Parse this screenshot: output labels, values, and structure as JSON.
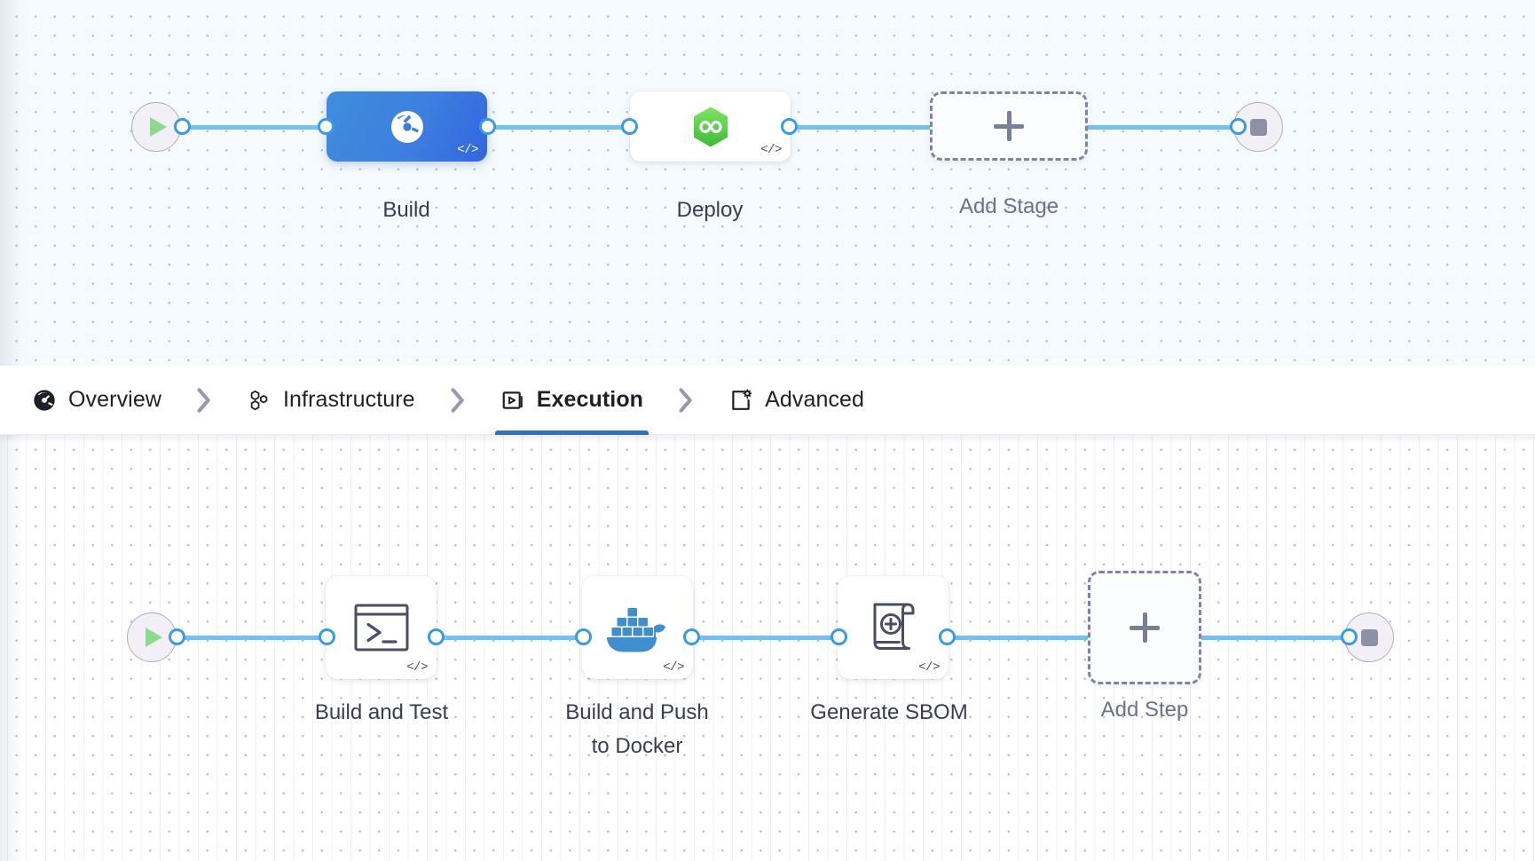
{
  "stages_canvas": {
    "name": "pipeline-stages-canvas",
    "background_color": "#f4fafd",
    "start_node": {
      "icon": "play-icon",
      "label": ""
    },
    "end_node": {
      "icon": "stop-icon",
      "label": ""
    },
    "nodes": [
      {
        "id": "stage-build",
        "label": "Build",
        "icon": "harness-ci-icon",
        "selected": true,
        "badge": "</>",
        "shape": "wide-rounded-rect",
        "accent": "#3a7fdf"
      },
      {
        "id": "stage-deploy",
        "label": "Deploy",
        "icon": "harness-cd-hexagon-icon",
        "selected": false,
        "badge": "</>",
        "shape": "wide-rounded-rect",
        "accent": "#5ec24a"
      }
    ],
    "add_node": {
      "id": "add-stage",
      "label": "Add Stage",
      "icon": "plus-icon"
    }
  },
  "tabs": {
    "name": "stage-config-tabs",
    "items": [
      {
        "id": "overview",
        "label": "Overview",
        "icon": "overview-pie-icon",
        "active": false
      },
      {
        "id": "infrastructure",
        "label": "Infrastructure",
        "icon": "hexagon-cluster-icon",
        "active": false
      },
      {
        "id": "execution",
        "label": "Execution",
        "icon": "execution-play-icon",
        "active": true
      },
      {
        "id": "advanced",
        "label": "Advanced",
        "icon": "advanced-gear-icon",
        "active": false
      }
    ],
    "separator_icon": "chevron-right-icon",
    "active_underline_color": "#2f6fc4"
  },
  "steps_canvas": {
    "name": "pipeline-steps-canvas",
    "background_color": "#ffffff",
    "start_node": {
      "icon": "play-icon",
      "label": ""
    },
    "end_node": {
      "icon": "stop-icon",
      "label": ""
    },
    "nodes": [
      {
        "id": "step-build-and-test",
        "label": "Build and Test",
        "icon": "terminal-icon",
        "badge": "</>",
        "shape": "square-rounded"
      },
      {
        "id": "step-build-push-docker",
        "label": "Build and Push\nto Docker",
        "icon": "docker-whale-icon",
        "badge": "</>",
        "shape": "square-rounded",
        "accent": "#3e8ed0"
      },
      {
        "id": "step-generate-sbom",
        "label": "Generate SBOM",
        "icon": "sbom-scroll-plus-icon",
        "badge": "</>",
        "shape": "square-rounded"
      }
    ],
    "add_node": {
      "id": "add-step",
      "label": "Add Step",
      "icon": "plus-icon"
    }
  },
  "theme": {
    "edge_color": "#74c0f2",
    "port_border": "#3b9ae6",
    "label_color": "#3a3d4f",
    "muted_label_color": "#6d7090"
  }
}
